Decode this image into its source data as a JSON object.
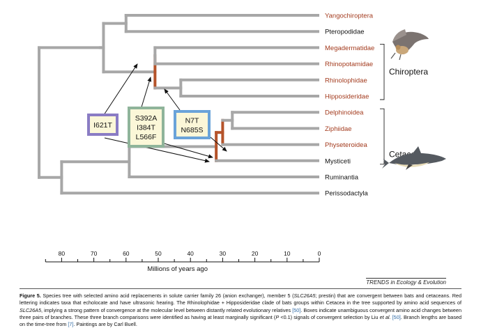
{
  "colors": {
    "branch_gray": "#a7a7a7",
    "convergent_branch": "#b5532a",
    "echolocating_text": "#a33b1e",
    "box_purple": "#8a7cc4",
    "box_green": "#8fb49a",
    "box_blue": "#6aa3d9",
    "box_fill": "#fbf7d8"
  },
  "taxa": [
    {
      "name": "Yangochiroptera",
      "echolocating": true
    },
    {
      "name": "Pteropodidae",
      "echolocating": false
    },
    {
      "name": "Megadermatidae",
      "echolocating": true
    },
    {
      "name": "Rhinopotamidae",
      "echolocating": true
    },
    {
      "name": "Rhinolophidae",
      "echolocating": true
    },
    {
      "name": "Hipposideridae",
      "echolocating": true
    },
    {
      "name": "Delphinoidea",
      "echolocating": true
    },
    {
      "name": "Ziphiidae",
      "echolocating": true
    },
    {
      "name": "Physeteroidea",
      "echolocating": true
    },
    {
      "name": "Mysticeti",
      "echolocating": false
    },
    {
      "name": "Ruminantia",
      "echolocating": false
    },
    {
      "name": "Perissodactyla",
      "echolocating": false
    }
  ],
  "groups": {
    "bats": {
      "label": "Chiroptera",
      "illustration": "bat-illustration"
    },
    "cetaceans": {
      "label": "Cetacea",
      "illustration": "dolphin-illustration"
    }
  },
  "substitution_boxes": [
    {
      "id": "i621t",
      "lines": [
        "I621T"
      ],
      "border_color": "box_purple"
    },
    {
      "id": "s392a",
      "lines": [
        "S392A",
        "I384T",
        "L566F"
      ],
      "border_color": "box_green"
    },
    {
      "id": "n7t",
      "lines": [
        "N7T",
        "N685S"
      ],
      "border_color": "box_blue"
    }
  ],
  "axis": {
    "title": "Millions of years ago",
    "ticks": [
      80,
      70,
      60,
      50,
      40,
      30,
      20,
      10,
      0
    ],
    "range_mya": [
      85,
      0
    ]
  },
  "source": "TRENDS in Ecology & Evolution",
  "caption": {
    "label": "Figure 5.",
    "segments": [
      {
        "text": " Species tree with selected amino acid replacements in solute carrier family 26 (anion exchanger), member 5 (",
        "style": "normal"
      },
      {
        "text": "SLC26A5",
        "style": "italic"
      },
      {
        "text": "; prestin) that are convergent between bats and cetaceans. Red lettering indicates taxa that echolocate and have ultrasonic hearing. The Rhinolophidae + Hipposideridae clade of bats groups within Cetacea in the tree supported by amino acid sequences of ",
        "style": "normal"
      },
      {
        "text": "SLC26A5",
        "style": "italic"
      },
      {
        "text": ", implying a strong pattern of convergence at the molecular level between distantly related evolutionary relatives ",
        "style": "normal"
      },
      {
        "text": "[50]",
        "style": "ref"
      },
      {
        "text": ". Boxes indicate unambiguous convergent amino acid changes between three pairs of branches. These three branch comparisons were identified as having at least marginally significant (",
        "style": "normal"
      },
      {
        "text": "P",
        "style": "italic"
      },
      {
        "text": " <0.1) signals of convergent selection by Liu ",
        "style": "normal"
      },
      {
        "text": "et al.",
        "style": "italic"
      },
      {
        "text": " ",
        "style": "normal"
      },
      {
        "text": "[50]",
        "style": "ref"
      },
      {
        "text": ". Branch lengths are based on the time-tree from ",
        "style": "normal"
      },
      {
        "text": "[7]",
        "style": "ref"
      },
      {
        "text": ". Paintings are by Carl Buell.",
        "style": "normal"
      }
    ]
  }
}
